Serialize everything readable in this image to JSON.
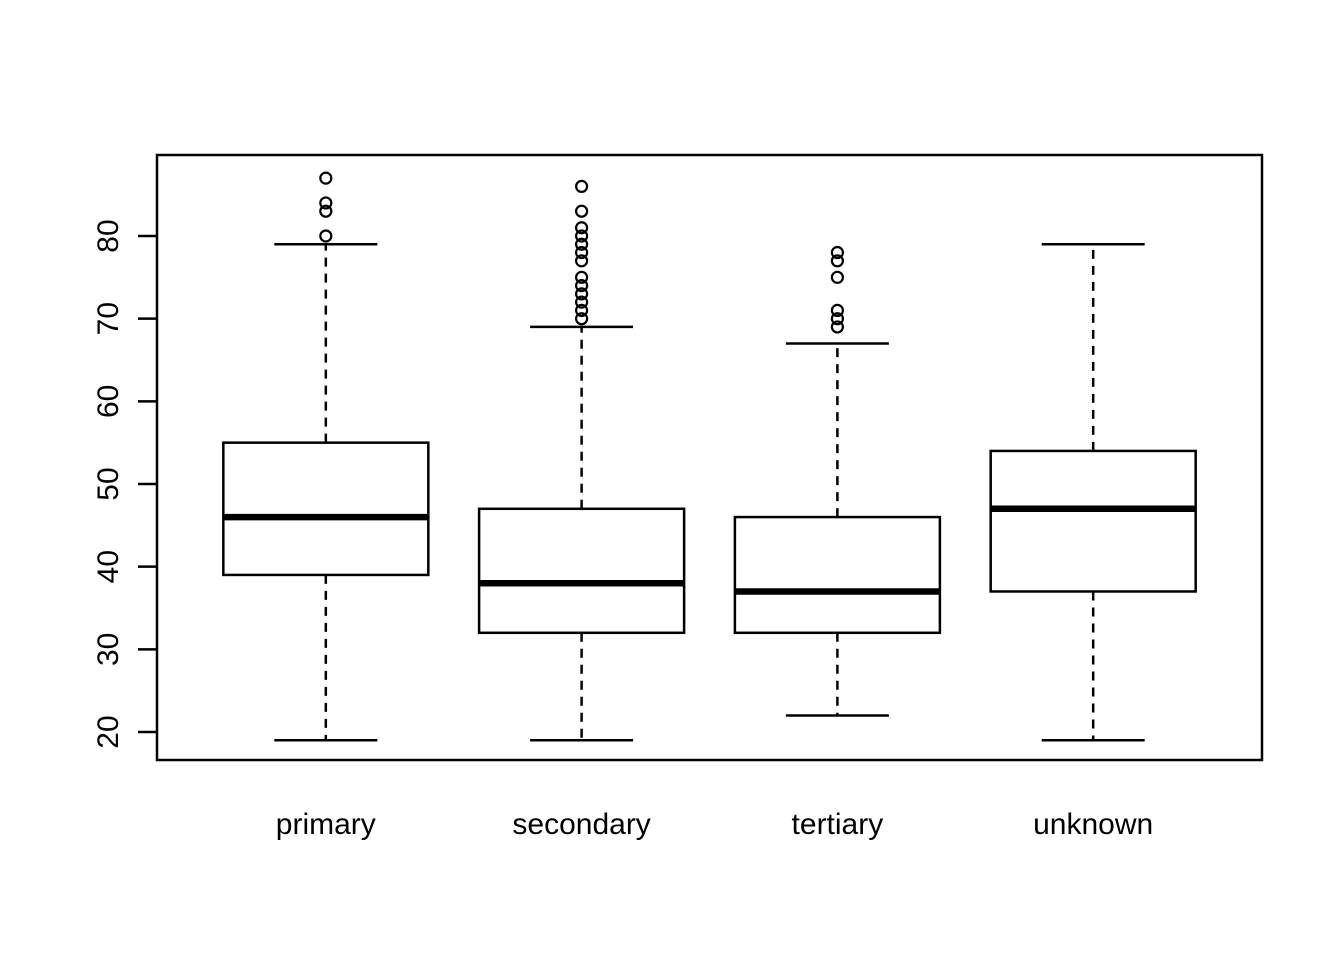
{
  "chart_data": {
    "type": "boxplot",
    "title": "",
    "xlabel": "",
    "ylabel": "",
    "categories": [
      "primary",
      "secondary",
      "tertiary",
      "unknown"
    ],
    "y_axis": {
      "ticks": [
        20,
        30,
        40,
        50,
        60,
        70,
        80
      ],
      "range_shown": [
        17,
        88
      ]
    },
    "series": [
      {
        "name": "primary",
        "whisker_low": 19,
        "q1": 39,
        "median": 46,
        "q3": 55,
        "whisker_high": 79,
        "outliers": [
          80,
          83,
          84,
          87
        ]
      },
      {
        "name": "secondary",
        "whisker_low": 19,
        "q1": 32,
        "median": 38,
        "q3": 47,
        "whisker_high": 69,
        "outliers": [
          70,
          71,
          72,
          73,
          74,
          75,
          77,
          78,
          79,
          80,
          81,
          83,
          86
        ]
      },
      {
        "name": "tertiary",
        "whisker_low": 22,
        "q1": 32,
        "median": 37,
        "q3": 46,
        "whisker_high": 67,
        "outliers": [
          69,
          70,
          71,
          75,
          77,
          78
        ]
      },
      {
        "name": "unknown",
        "whisker_low": 19,
        "q1": 37,
        "median": 47,
        "q3": 54,
        "whisker_high": 79,
        "outliers": []
      }
    ],
    "style": {
      "background": "#ffffff",
      "box_fill": "#ffffff",
      "line_color": "#000000",
      "whisker_linestyle": "dashed",
      "grid": false,
      "legend": "none"
    }
  }
}
